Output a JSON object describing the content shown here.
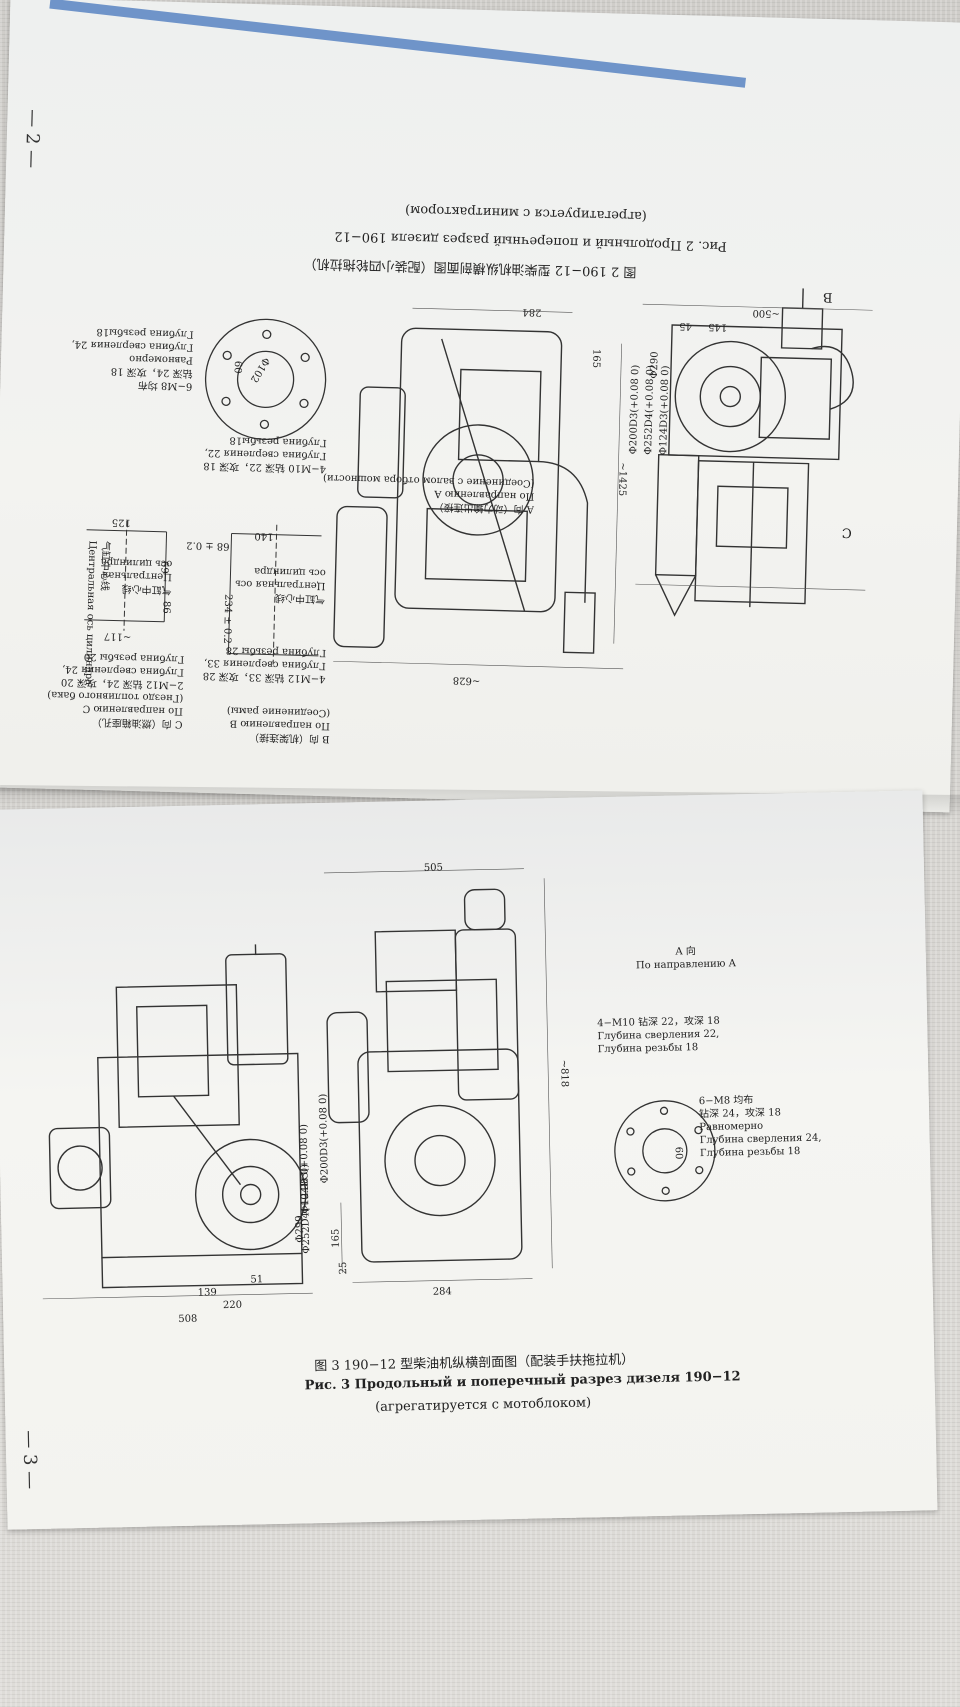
{
  "top_page": {
    "page_number": "— 2 —",
    "caption": {
      "cn": "图 2   190−12 型柴油机纵横剖面图（配装小四轮拖拉机）",
      "ru1": "Рис. 2   Продольный и поперечный разрез дизеля 190−12",
      "ru2": "(агрегатируется с минитрактором)"
    },
    "dims": {
      "d500": "~500",
      "d145": "145",
      "d45": "45",
      "d284": "284",
      "d165": "165",
      "d1425": "~1425",
      "d628": "~628",
      "d140": "140",
      "d68": "68 ± 0.2",
      "d234": "234 ± 0.2",
      "d125": "125",
      "d69": "69",
      "d86": "86",
      "d117": "~117",
      "fi1": "Φ124D3(+0.08 0)",
      "fi2": "Φ252D4(+0.08 0)",
      "fi3": "Φ290",
      "fi4": "Φ200D3(+0.08 0)",
      "fi5": "Φ102",
      "fi6": "60",
      "b_arrow": "B",
      "c_arrow": "C"
    },
    "notes": {
      "b_dir": [
        "B 向（机架连接）",
        "По направлению B",
        "(Соединение рамы)"
      ],
      "m12": [
        "4−M12 钻深 33，攻深 28",
        "Глубина сверления 33,",
        "Глубина резьбы 28"
      ],
      "center1": [
        "气缸中心线",
        "Центральная ось",
        "ось цилиндра"
      ],
      "a_dir": [
        "A 向（动力输出连接）",
        "По направлению A",
        "(Соединение с валом отбора мощности)"
      ],
      "m10": [
        "4−M10 钻深 22，攻深 18",
        "Глубина сверления 22,",
        "Глубина резьбы18"
      ],
      "m8": [
        "6−M8 均布",
        "钻深 24，攻深 18",
        "Равномерно",
        "Глубина сверления 24,",
        "Глубина резьбы18"
      ],
      "c_dir": [
        "C 向（燃油箱座孔）",
        "По направлению C",
        "(Гнездо топливного бака)",
        "2−M12 钻深 24，攻深 20",
        "Глубина сверления 24,",
        "Глубина резьбы 20"
      ],
      "center2": [
        "气缸中心线",
        "Центральная",
        "ось цилиндра"
      ],
      "center3": [
        "气缸中心线",
        "Центральная ось цилиндра"
      ]
    }
  },
  "bottom_page": {
    "page_number": "— 3 —",
    "caption": {
      "cn": "图 3   190−12 型柴油机纵横剖面图（配装手扶拖拉机）",
      "ru1": "Рис. 3   Продольный и поперечный разрез дизеля 190−12",
      "ru2": "(агрегатируется с мотоблоком)"
    },
    "dims": {
      "d505": "505",
      "d818": "~818",
      "d165": "165",
      "d25": "25",
      "d284": "284",
      "d139": "139",
      "d51": "51",
      "d220": "220",
      "d508": "508",
      "fi1": "Φ124D3(+0.08 0)",
      "fi2": "Φ252D4(+0.08 0)",
      "fi3": "Φ299",
      "fi4": "Φ200D3(+0.08 0)",
      "d60": "60"
    },
    "notes": {
      "a_dir": [
        "A 向",
        "По направлению A"
      ],
      "m10": [
        "4−M10 钻深 22，攻深 18",
        "Глубина сверления 22,",
        "Глубина резьбы 18"
      ],
      "m8": [
        "6−M8 均布",
        "钻深 24，攻深 18",
        "Равномерно",
        "Глубина сверления 24,",
        "Глубина резьбы 18"
      ]
    }
  }
}
